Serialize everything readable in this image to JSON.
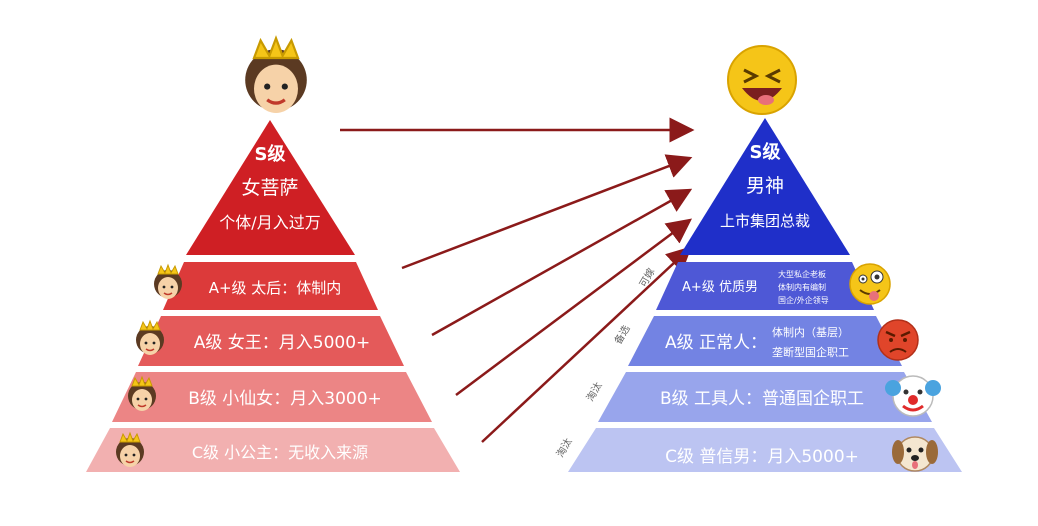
{
  "left_pyramid": {
    "colors": {
      "s": "#cf1f24",
      "a_plus": "#dc3a3a",
      "a": "#e45a5a",
      "b": "#ec8585",
      "c": "#f2b0b0"
    },
    "s_tier": {
      "grade": "S级",
      "title": "女菩萨",
      "desc": "个体/月入过万"
    },
    "a_plus_tier": {
      "text": "A+级  太后：体制内"
    },
    "a_tier": {
      "text": "A级  女王：月入5000+"
    },
    "b_tier": {
      "text": "B级  小仙女：月入3000+"
    },
    "c_tier": {
      "text": "C级  小公主：无收入来源"
    }
  },
  "right_pyramid": {
    "colors": {
      "s": "#1f2fc9",
      "a_plus": "#4e58d6",
      "a": "#7383e3",
      "b": "#98a5ec",
      "c": "#bcc4f2"
    },
    "s_tier": {
      "grade": "S级",
      "title": "男神",
      "desc": "上市集团总裁"
    },
    "a_plus_tier": {
      "grade": "A+级  优质男",
      "detail": [
        "大型私企老板",
        "体制内有编制",
        "国企/外企领导"
      ]
    },
    "a_tier": {
      "grade": "A级  正常人：",
      "detail": [
        "体制内（基层）",
        "垄断型国企职工"
      ]
    },
    "b_tier": {
      "text": "B级  工具人：普通国企职工"
    },
    "c_tier": {
      "text": "C级  普信男：月入5000+"
    }
  },
  "side_notes": [
    "可嫁",
    "备选",
    "淘汰",
    "淘汰"
  ],
  "emoji": {
    "queen_top": "crowned-girl-emoji",
    "right_top": "laughing-face-emoji",
    "a_plus_right": "silly-face-emoji",
    "a_right": "angry-face-emoji",
    "b_right": "clown-face-emoji",
    "c_right": "dog-face-emoji"
  }
}
